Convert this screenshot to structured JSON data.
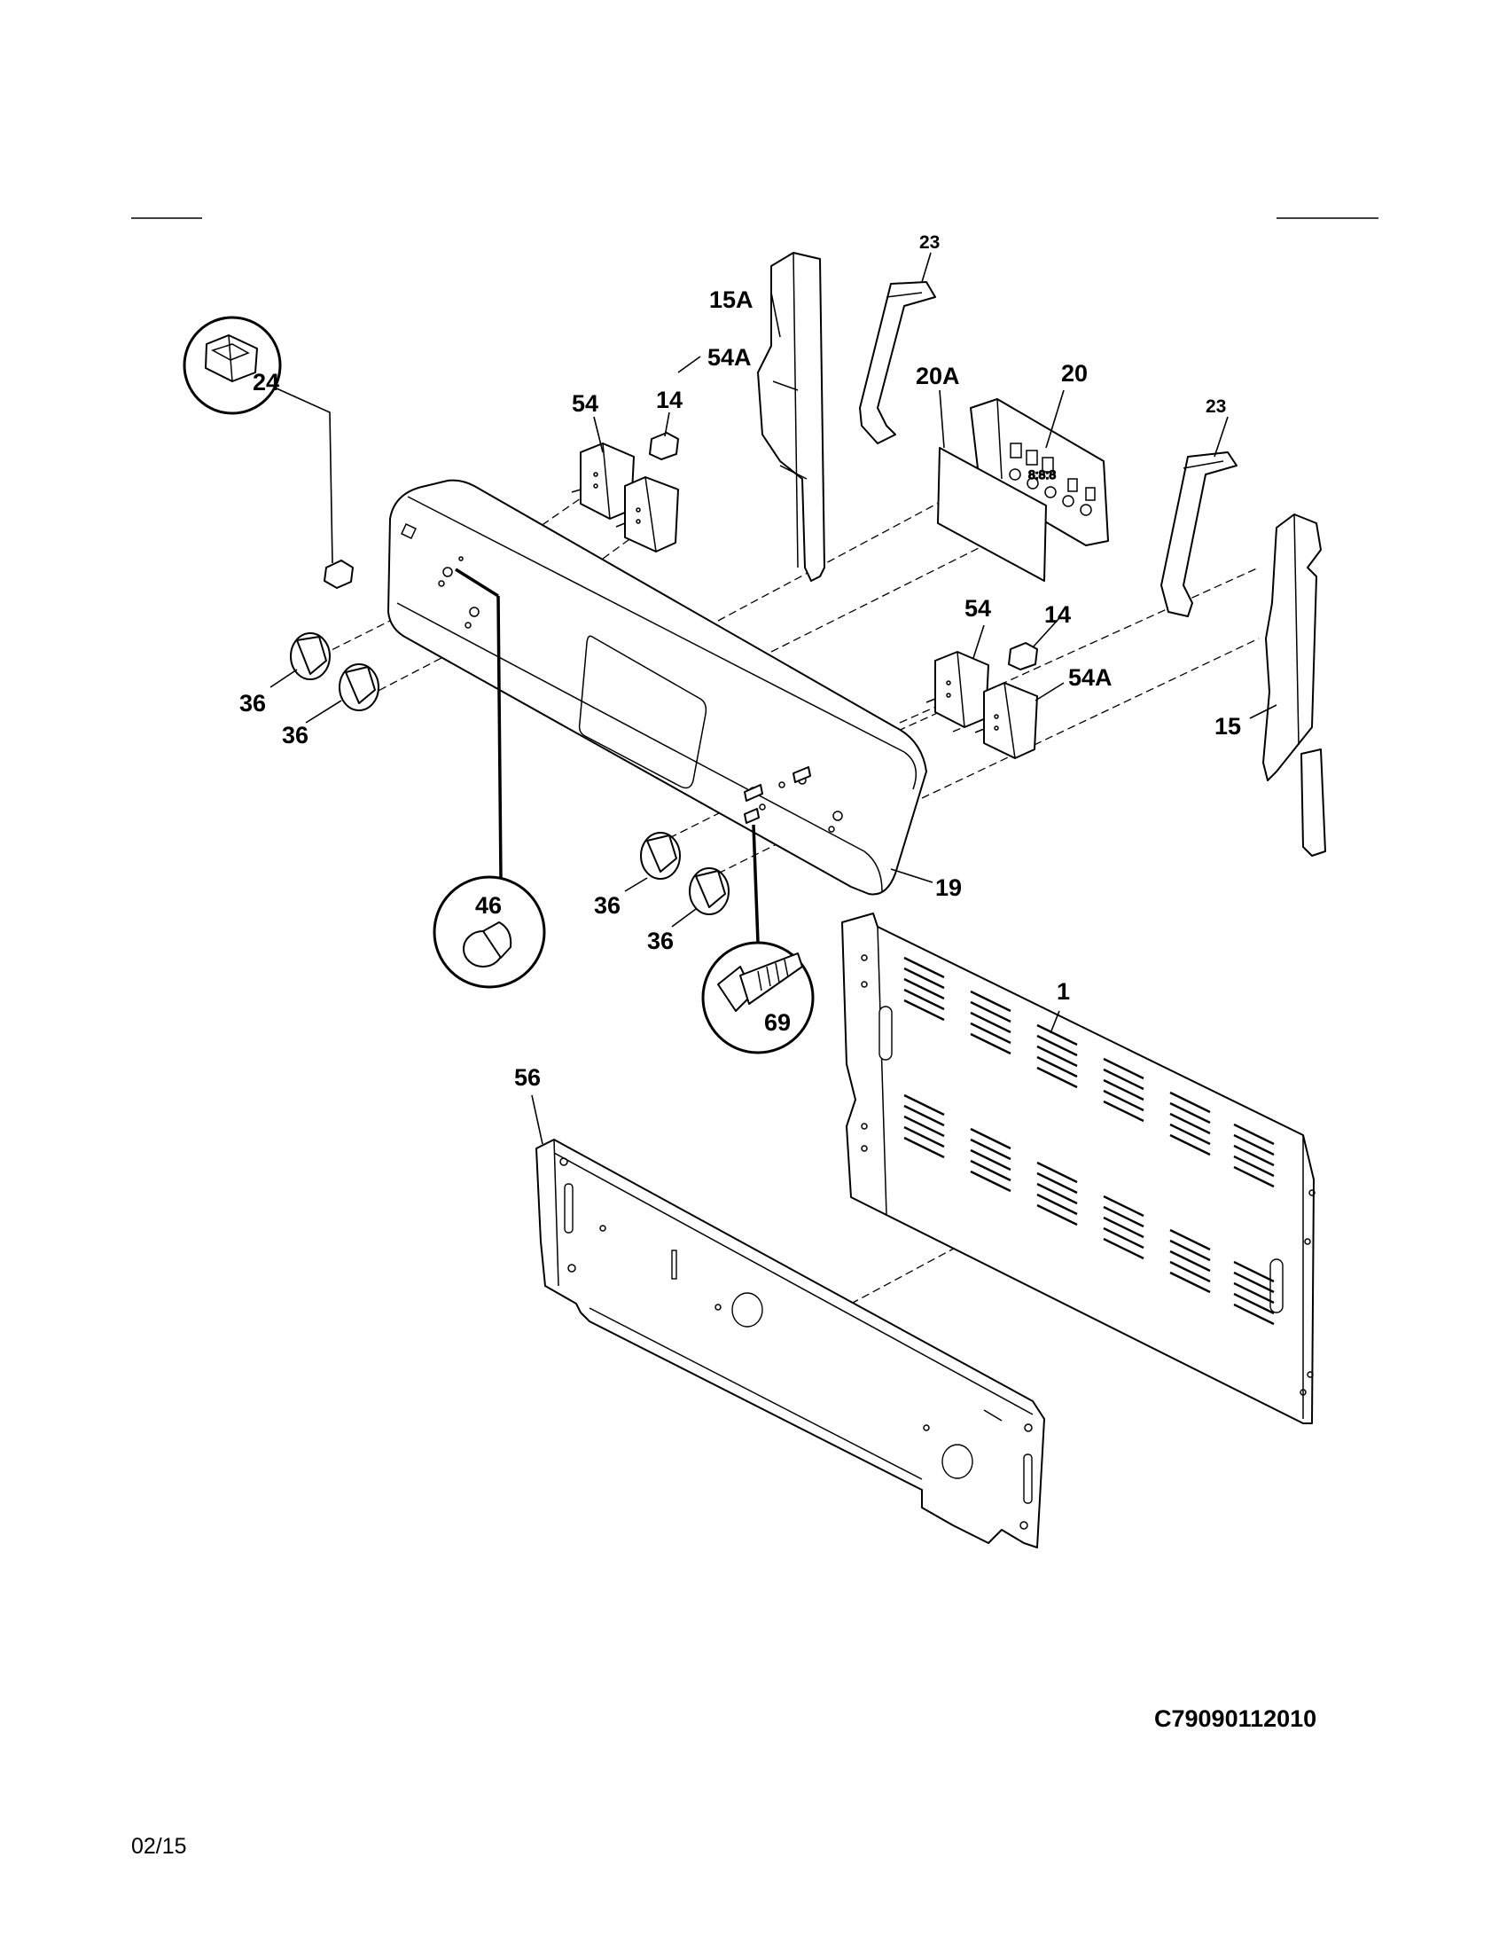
{
  "diagram": {
    "drawing_code": "C79090112010",
    "date": "02/15",
    "callouts": [
      "1",
      "14",
      "14",
      "15",
      "15A",
      "19",
      "20",
      "20A",
      "23",
      "23",
      "24",
      "36",
      "36",
      "36",
      "36",
      "46",
      "54",
      "54",
      "54A",
      "54A",
      "56",
      "69"
    ]
  }
}
